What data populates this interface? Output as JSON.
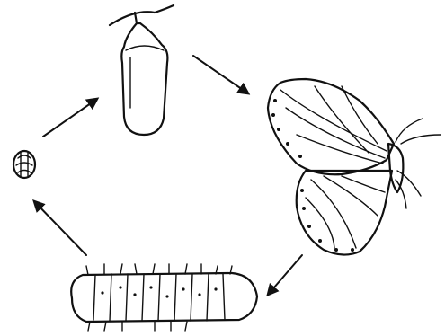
{
  "diagram": {
    "stages": [
      {
        "key": "egg",
        "icon": "egg-icon"
      },
      {
        "key": "caterpillar",
        "icon": "caterpillar-icon"
      },
      {
        "key": "chrysalis",
        "icon": "chrysalis-icon"
      },
      {
        "key": "butterfly",
        "icon": "butterfly-icon"
      }
    ],
    "cycle_order": [
      "egg",
      "chrysalis",
      "butterfly",
      "caterpillar",
      "egg"
    ],
    "line_color": "#111111",
    "background": "#ffffff"
  }
}
